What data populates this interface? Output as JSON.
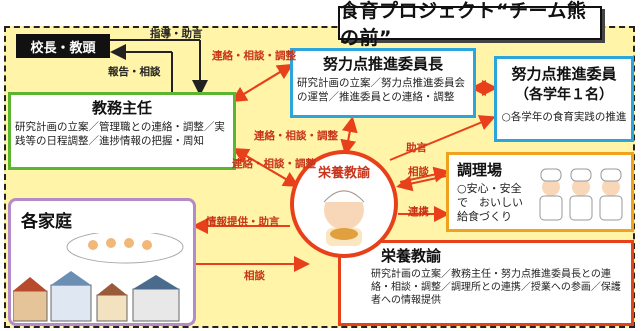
{
  "title": "食育プロジェクト“チーム熊の前”",
  "principal": "校長・教頭",
  "chief": {
    "title": "教務主任",
    "body": "研究計画の立案／管理職との連絡・調整／実践等の日程調整／進捗情報の把握・周知"
  },
  "chair": {
    "title": "努力点推進委員長",
    "body": "研究計画の立案／努力点推進委員会の運営／推進委員との連絡・調整"
  },
  "members": {
    "title": "努力点推進委員",
    "subtitle": "（各学年１名）",
    "body": "○各学年の食育実践の推進"
  },
  "kitchen": {
    "title": "調理場",
    "body": "○安心・安全で　おいしい　給食づくり"
  },
  "nutrition_circle": "栄養教諭",
  "nutrition": {
    "title": "栄養教諭",
    "body": "研究計画の立案／教務主任・努力点推進委員長との連絡・相談・調整／調理所との連携／授業への参画／保護者への情報提供"
  },
  "home": "各家庭",
  "labels": {
    "guidance": "指導・助言",
    "report": "報告・相談",
    "contact1": "連絡・相談・調整",
    "contact2": "連絡・相談・調整",
    "contact3": "連絡・相談・調整",
    "advice": "助言",
    "consult": "相談",
    "cooperation": "連携",
    "info": "情報提供・助言",
    "consult2": "相談"
  },
  "colors": {
    "green": "#5cb531",
    "blue": "#2aa6dd",
    "orange": "#f0a21e",
    "red": "#e8401a",
    "purple": "#b48ac8",
    "yellow_bg": "#fff4a8"
  }
}
